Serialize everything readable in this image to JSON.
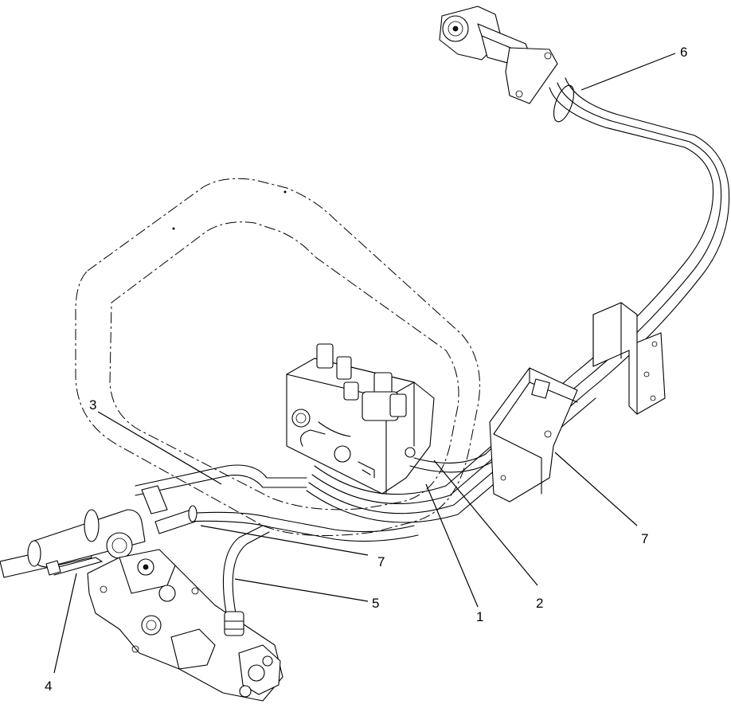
{
  "callouts": [
    {
      "label": "1"
    },
    {
      "label": "2"
    },
    {
      "label": "3"
    },
    {
      "label": "4"
    },
    {
      "label": "5"
    },
    {
      "label": "6"
    },
    {
      "label": "7"
    },
    {
      "label": "7"
    }
  ]
}
